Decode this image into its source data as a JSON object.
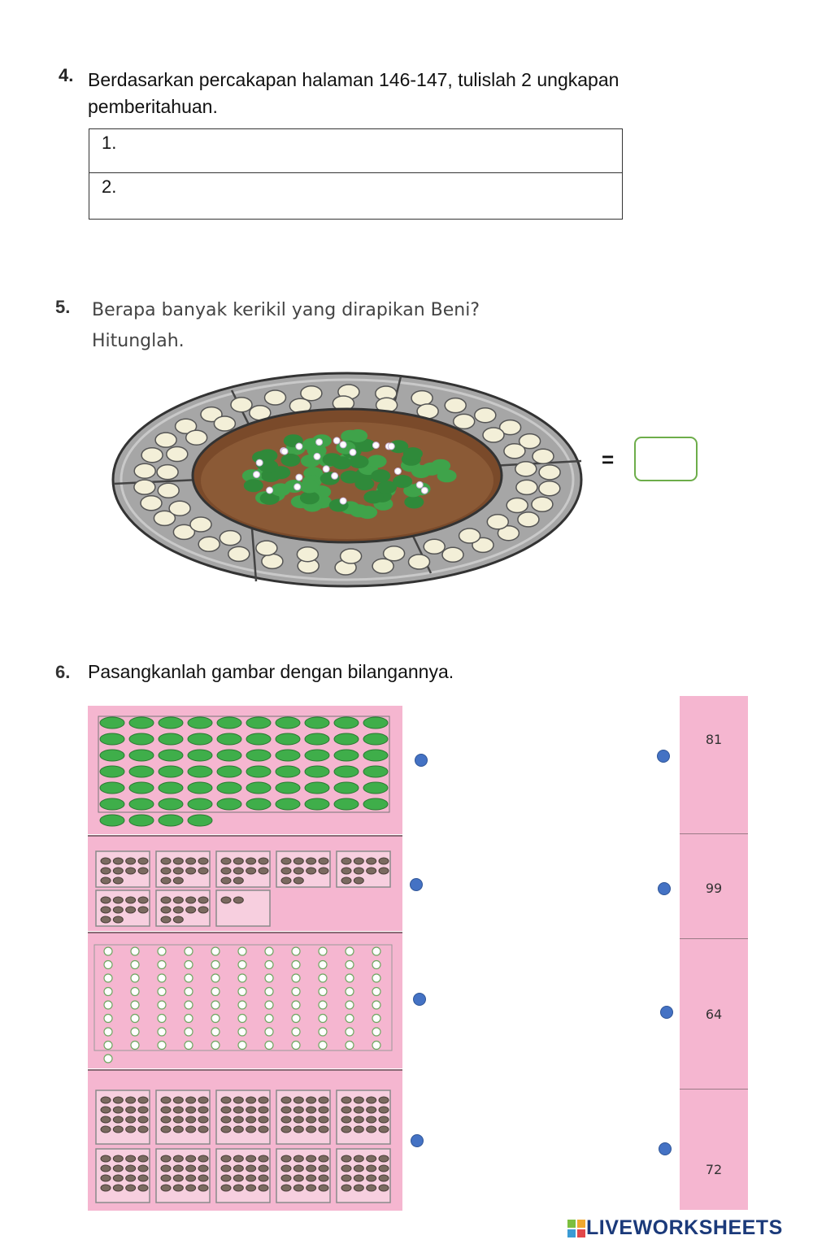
{
  "q4": {
    "number": "4.",
    "text": "Berdasarkan percakapan halaman 146-147, tulislah 2 ungkapan pemberitahuan.",
    "rows": [
      "1.",
      "2."
    ]
  },
  "q5": {
    "number": "5.",
    "line1": "Berapa banyak kerikil yang dirapikan Beni?",
    "line2": "Hitunglah.",
    "equals": "="
  },
  "q6": {
    "number": "6.",
    "text": "Pasangkanlah gambar dengan bilangannya.",
    "numbers": [
      "81",
      "99",
      "64",
      "72"
    ]
  },
  "footer": {
    "logo_text": "LIVEWORKSHEETS"
  },
  "colors": {
    "panel_pink": "#f5b6d0",
    "dot_blue": "#4472c4",
    "answer_border": "#6dad4a",
    "logo_blue": "#1b3a7a"
  }
}
